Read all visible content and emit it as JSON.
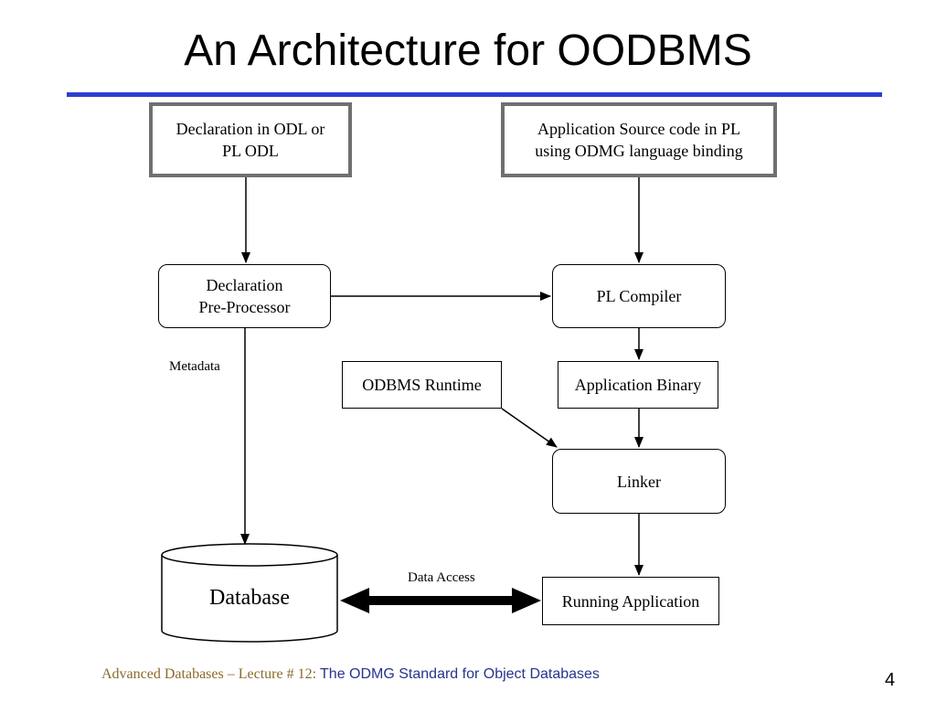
{
  "slide": {
    "title": "An Architecture for OODBMS",
    "page_number": "4"
  },
  "nodes": {
    "declaration_odl": "Declaration in ODL or\nPL ODL",
    "application_source": "Application  Source code in PL\nusing ODMG language binding",
    "declaration_preprocessor": "Declaration\nPre-Processor",
    "pl_compiler": "PL Compiler",
    "odbms_runtime": "ODBMS Runtime",
    "application_binary": "Application Binary",
    "linker": "Linker",
    "database": "Database",
    "running_application": "Running Application"
  },
  "edge_labels": {
    "metadata": "Metadata",
    "data_access": "Data Access"
  },
  "footer": {
    "course": "Advanced Databases – Lecture # 12: ",
    "topic": "The ODMG Standard for Object Databases"
  },
  "colors": {
    "title_rule": "#2c3fcf",
    "thick_box_border": "#707070",
    "footer_course": "#8a6a28",
    "footer_topic": "#26358c"
  }
}
